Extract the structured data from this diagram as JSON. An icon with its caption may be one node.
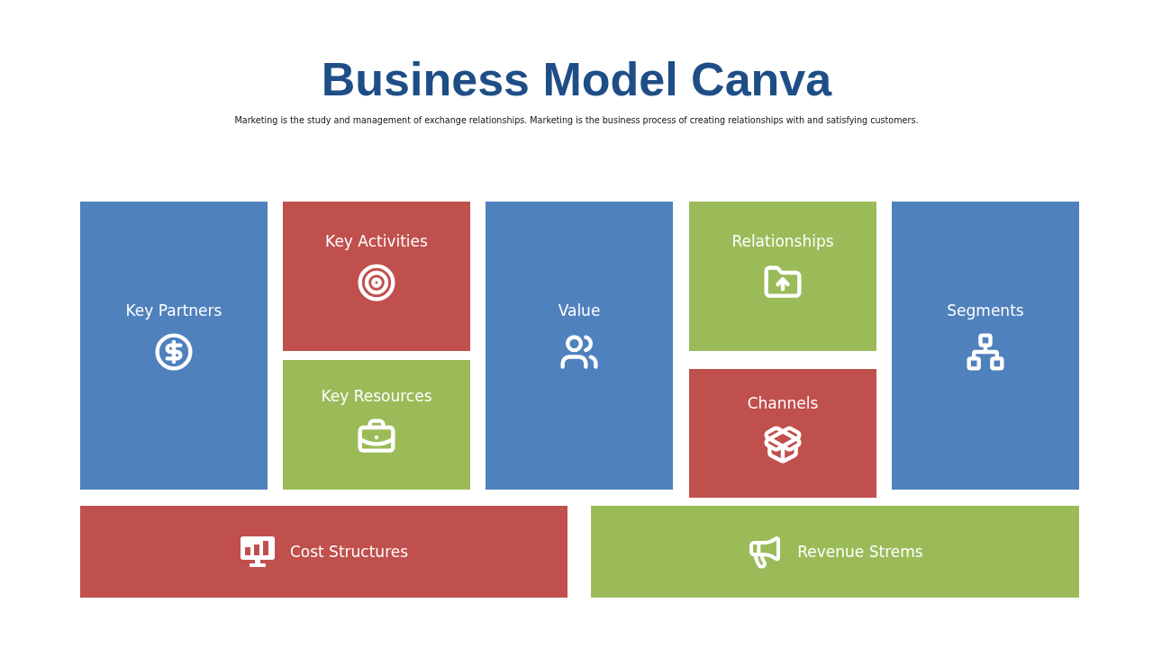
{
  "diagram": {
    "title": "Business Model Canva",
    "caption": "Marketing is the study and management of exchange relationships. Marketing is the  business process of creating relationships with and satisfying customers.",
    "nodes": [
      {
        "text": [
          "Key Partners"
        ]
      },
      {
        "text": [
          "Key Activities"
        ]
      },
      {
        "text": [
          "Key Resources"
        ]
      },
      {
        "text": [
          "Value"
        ]
      },
      {
        "text": [
          "Relationships"
        ]
      },
      {
        "text": [
          "Channels"
        ]
      },
      {
        "text": [
          "Segments"
        ]
      },
      {
        "text": [
          "Cost Structures"
        ]
      },
      {
        "text": [
          "Revenue Strems"
        ]
      }
    ]
  }
}
